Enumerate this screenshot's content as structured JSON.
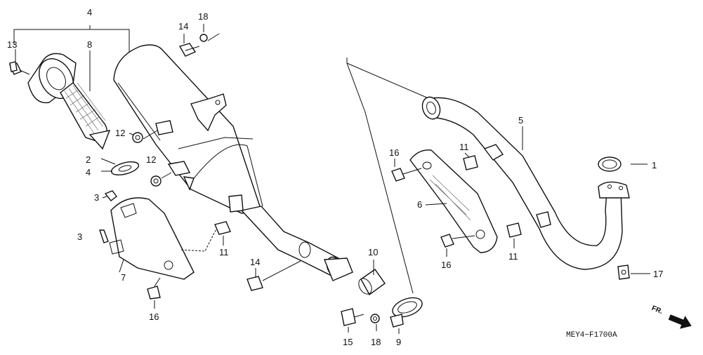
{
  "callouts": {
    "c1": "1",
    "c2": "2",
    "c3a": "3",
    "c3b": "3",
    "c4a": "4",
    "c4b": "4",
    "c5": "5",
    "c6": "6",
    "c7": "7",
    "c8": "8",
    "c9": "9",
    "c10": "10",
    "c11a": "11",
    "c11b": "11",
    "c11c": "11",
    "c12a": "12",
    "c12b": "12",
    "c13": "13",
    "c14a": "14",
    "c14b": "14",
    "c15": "15",
    "c16a": "16",
    "c16b": "16",
    "c16c": "16",
    "c17": "17",
    "c18a": "18",
    "c18b": "18"
  },
  "diagram_code": "MEY4−F1700A",
  "direction_label": "FR."
}
